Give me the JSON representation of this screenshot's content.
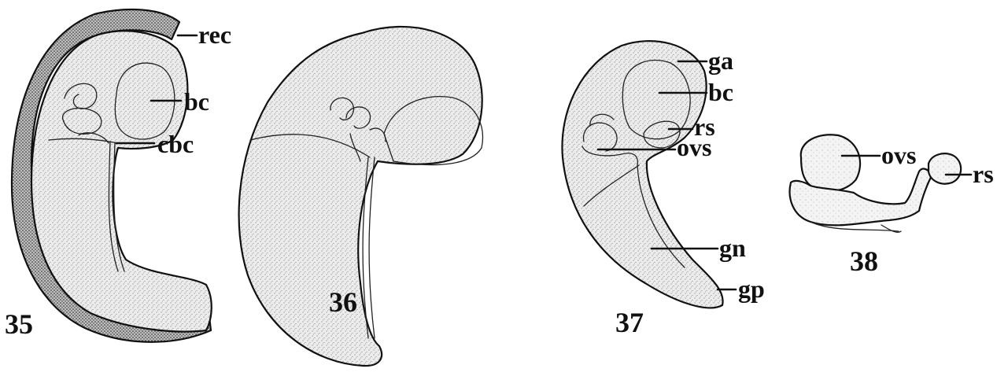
{
  "figure_numbers": {
    "f35": "35",
    "f36": "36",
    "f37": "37",
    "f38": "38"
  },
  "labels": {
    "rec": "rec",
    "bc_35": "bc",
    "cbc": "cbc",
    "ga": "ga",
    "bc_37": "bc",
    "rs_37": "rs",
    "ovs_37": "ovs",
    "gn": "gn",
    "gp": "gp",
    "ovs_38": "ovs",
    "rs_38": "rs"
  },
  "colors": {
    "ink": "#111111",
    "stipple_light": "#e4e4e4",
    "stipple_mid": "#cfcfcf",
    "stipple_dark": "#8a8a8a",
    "paper": "#ffffff"
  }
}
